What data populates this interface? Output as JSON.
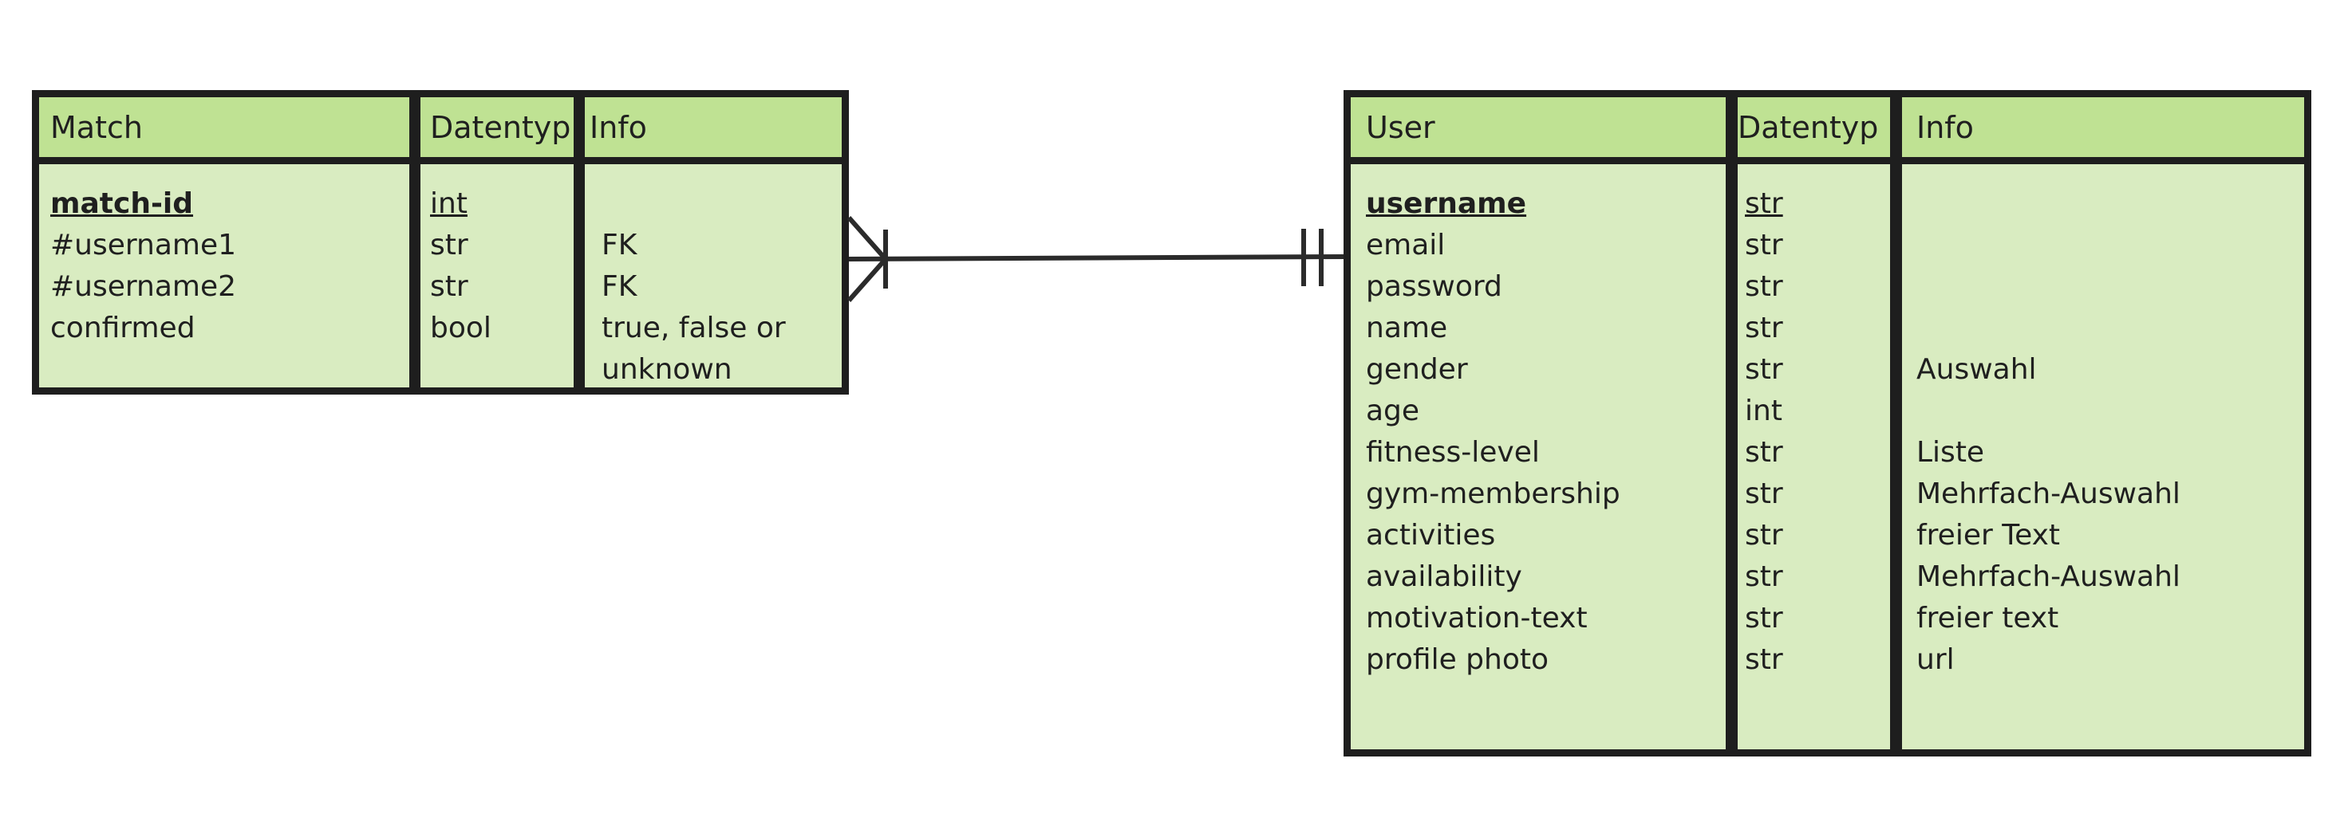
{
  "match": {
    "headers": [
      "Match",
      "Datentyp",
      "Info"
    ],
    "fields": [
      "match-id",
      "#username1",
      "#username2",
      "confirmed"
    ],
    "types": [
      "int",
      "str",
      "str",
      "bool"
    ],
    "info": [
      "",
      "FK",
      "FK",
      "true, false or",
      "unknown"
    ]
  },
  "user": {
    "headers": [
      "User",
      "Datentyp",
      "Info"
    ],
    "fields": [
      "username",
      "email",
      "password",
      "name",
      "gender",
      "age",
      "fitness-level",
      "gym-membership",
      "activities",
      "availability",
      "motivation-text",
      "profile photo"
    ],
    "types": [
      "str",
      "str",
      "str",
      "str",
      "str",
      "int",
      "str",
      "str",
      "str",
      "str",
      "str",
      "str"
    ],
    "info": [
      "",
      "",
      "",
      "",
      "Auswahl",
      "",
      "Liste",
      "Mehrfach-Auswahl",
      "freier Text",
      "Mehrfach-Auswahl",
      "freier text",
      "url"
    ]
  },
  "relationship": {
    "match_end": "many",
    "user_end": "one-and-only-one"
  }
}
